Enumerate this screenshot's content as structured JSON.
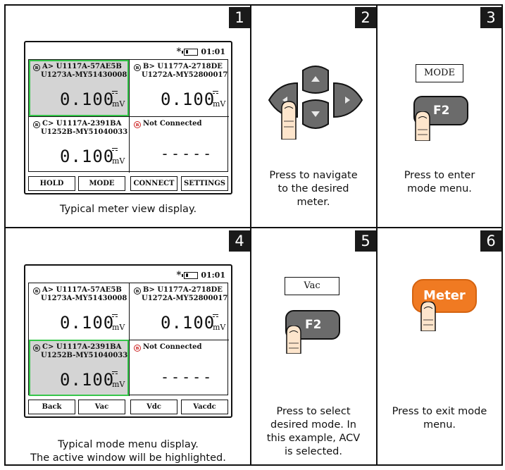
{
  "steps": [
    "1",
    "2",
    "3",
    "4",
    "5",
    "6"
  ],
  "captions": {
    "c1": "Typical meter view display.",
    "c2": [
      "Press to navigate",
      "to the desired",
      "meter."
    ],
    "c3": [
      "Press to enter",
      "mode menu."
    ],
    "c4": [
      "Typical mode menu display.",
      "The active window will be highlighted."
    ],
    "c5": [
      "Press to select",
      "desired mode. In",
      "this example, ACV",
      "is selected."
    ],
    "c6": [
      "Press to exit mode",
      "menu."
    ]
  },
  "display": {
    "status_icon": "*",
    "clock": "01:01",
    "meters": {
      "a": {
        "name": "A> U1117A-57AE5B",
        "serial": "U1273A-MY51430008",
        "reading": "0.100",
        "unit": "mV"
      },
      "b": {
        "name": "B> U1177A-2718DE",
        "serial": "U1272A-MY52800017",
        "reading": "0.100",
        "unit": "mV"
      },
      "c": {
        "name": "C> U1117A-2391BA",
        "serial": "U1252B-MY51040033",
        "reading": "0.100",
        "unit": "mV"
      },
      "d": {
        "name": "Not Connected",
        "reading": "-----"
      }
    },
    "softkeys_view": [
      "HOLD",
      "MODE",
      "CONNECT",
      "SETTINGS"
    ],
    "softkeys_mode": [
      "Back",
      "Vac",
      "Vdc",
      "Vacdc"
    ]
  },
  "keys": {
    "mode_label": "MODE",
    "vac_label": "Vac",
    "f2": "F2",
    "meter": "Meter"
  },
  "colors": {
    "highlight": "#35c64a",
    "meter_key": "#f07a22",
    "key_gray": "#6b6b6b"
  }
}
